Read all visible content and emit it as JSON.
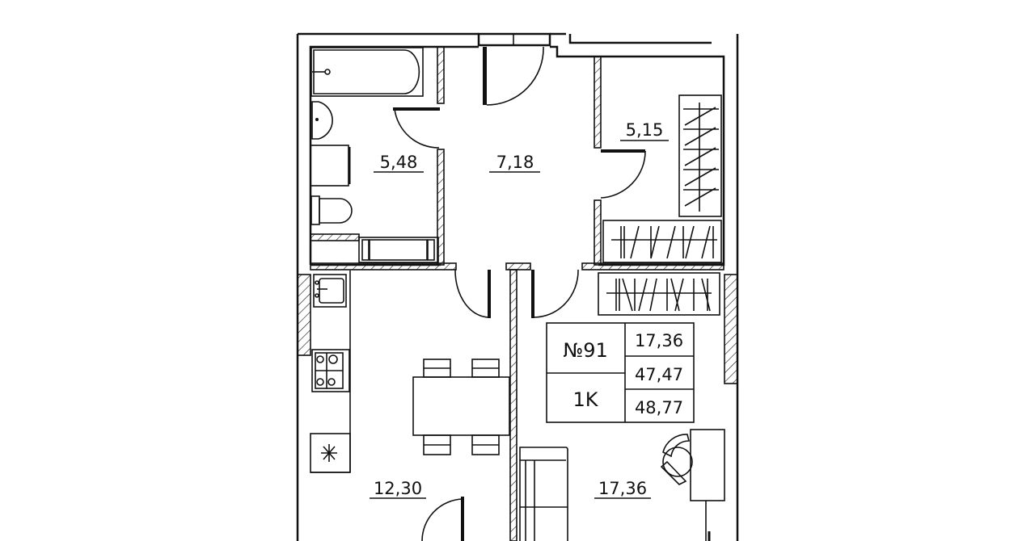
{
  "plan": {
    "rooms": [
      {
        "name": "bathroom",
        "area": "5,48"
      },
      {
        "name": "hallway",
        "area": "7,18"
      },
      {
        "name": "wardrobe",
        "area": "5,15"
      },
      {
        "name": "kitchen",
        "area": "12,30"
      },
      {
        "name": "living-room",
        "area": "17,36"
      }
    ],
    "info": {
      "apartment_number": "№91",
      "type": "1K",
      "living_area": "17,36",
      "total_area": "47,47",
      "total_area_with_balcony": "48,77"
    }
  },
  "colors": {
    "line": "#111111",
    "background": "#ffffff"
  }
}
